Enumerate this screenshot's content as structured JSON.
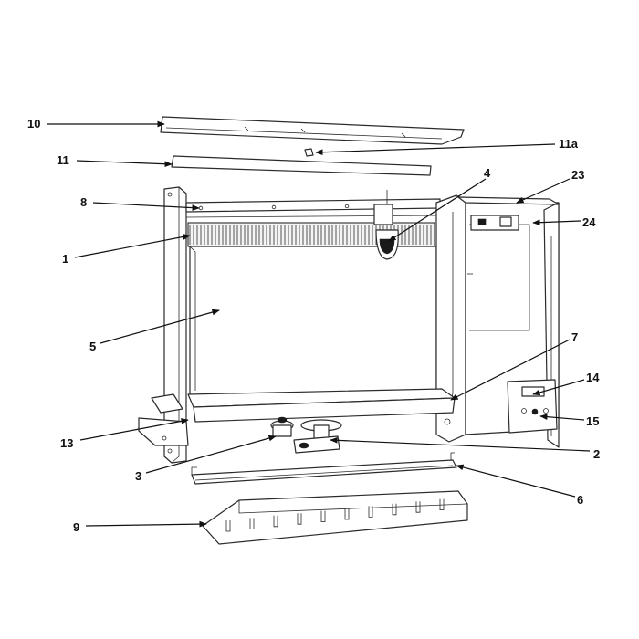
{
  "diagram": {
    "callouts": [
      {
        "id": "10",
        "label": "10"
      },
      {
        "id": "11a",
        "label": "11a"
      },
      {
        "id": "11",
        "label": "11"
      },
      {
        "id": "4",
        "label": "4"
      },
      {
        "id": "23",
        "label": "23"
      },
      {
        "id": "8",
        "label": "8"
      },
      {
        "id": "24",
        "label": "24"
      },
      {
        "id": "1",
        "label": "1"
      },
      {
        "id": "5",
        "label": "5"
      },
      {
        "id": "7",
        "label": "7"
      },
      {
        "id": "14",
        "label": "14"
      },
      {
        "id": "15",
        "label": "15"
      },
      {
        "id": "13",
        "label": "13"
      },
      {
        "id": "2",
        "label": "2"
      },
      {
        "id": "3",
        "label": "3"
      },
      {
        "id": "6",
        "label": "6"
      },
      {
        "id": "9",
        "label": "9"
      }
    ],
    "colors": {
      "stroke": "#2b2b2b",
      "text": "#111111",
      "background": "#ffffff"
    }
  }
}
